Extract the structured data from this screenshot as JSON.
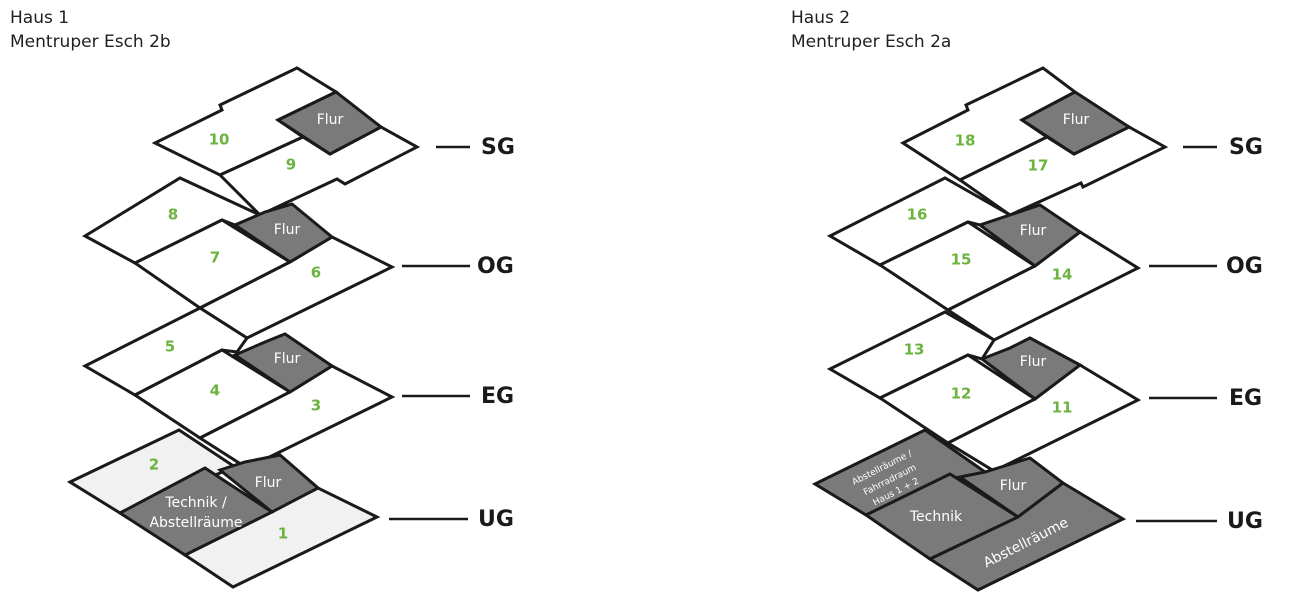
{
  "houses": [
    {
      "name": "Haus 1",
      "address": "Mentruper Esch 2b",
      "floors": {
        "SG": {
          "label": "SG",
          "rooms": [
            "10",
            "9"
          ],
          "corridor": "Flur"
        },
        "OG": {
          "label": "OG",
          "rooms": [
            "8",
            "7",
            "6"
          ],
          "corridor": "Flur"
        },
        "EG": {
          "label": "EG",
          "rooms": [
            "5",
            "4",
            "3"
          ],
          "corridor": "Flur"
        },
        "UG": {
          "label": "UG",
          "rooms": [
            "2",
            "1"
          ],
          "corridor": "Flur",
          "technik": [
            "Technik /",
            "Abstellräume"
          ]
        }
      }
    },
    {
      "name": "Haus 2",
      "address": "Mentruper Esch 2a",
      "floors": {
        "SG": {
          "label": "SG",
          "rooms": [
            "18",
            "17"
          ],
          "corridor": "Flur"
        },
        "OG": {
          "label": "OG",
          "rooms": [
            "16",
            "15",
            "14"
          ],
          "corridor": "Flur"
        },
        "EG": {
          "label": "EG",
          "rooms": [
            "13",
            "12",
            "11"
          ],
          "corridor": "Flur"
        },
        "UG": {
          "label": "UG",
          "corridor": "Flur",
          "technik": "Technik",
          "storage": "Abstellräume",
          "bike": [
            "Abstellräume /",
            "Fahrradraum",
            "Haus 1 + 2"
          ]
        }
      }
    }
  ],
  "colors": {
    "apartment_number": "#6cb33f",
    "service_room": "#7a7a7a",
    "outline": "#1a1a1a",
    "ug_haus1": "#f1f1f1"
  }
}
